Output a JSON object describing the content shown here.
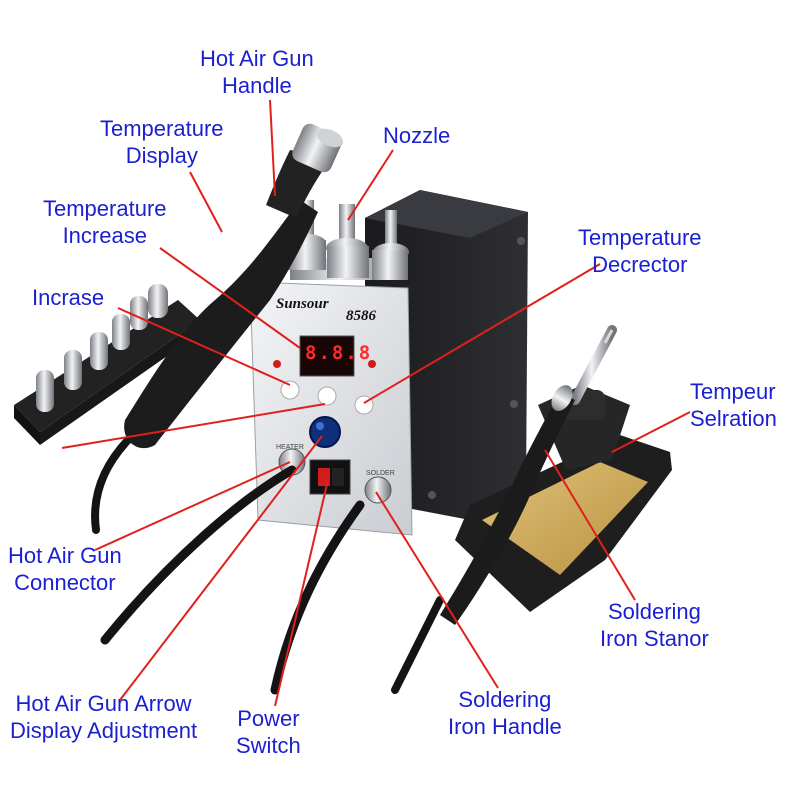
{
  "diagram": {
    "labels": {
      "hot_air_gun_handle": [
        "Hot Air Gun",
        "Handle"
      ],
      "temperature_display": [
        "Temperature",
        "Display"
      ],
      "nozzle": [
        "Nozzle"
      ],
      "temperature_increase": [
        "Temperature",
        "Increase"
      ],
      "increase": [
        "Incrase"
      ],
      "temperature_decrector": [
        "Temperature",
        "Decrector"
      ],
      "temperature_selection": [
        "Tempeur",
        "Selration"
      ],
      "hot_air_gun_connector": [
        "Hot Air Gun",
        "Connector"
      ],
      "soldering_iron_stand": [
        "Soldering",
        "Iron Stanor"
      ],
      "hot_air_gun_arrow_display_adjustment": [
        "Hot Air Gun Arrow",
        "Display Adjustment"
      ],
      "power_switch": [
        "Power",
        "Switch"
      ],
      "soldering_iron_handle": [
        "Soldering",
        "Iron Handle"
      ]
    },
    "device": {
      "brand": "Sunsour",
      "model": "8586",
      "display_reading": "8.8.8",
      "panel_left_label": "HEATER",
      "panel_right_label": "SOLDER"
    },
    "colors": {
      "label_text": "#1a1fd0",
      "leader_line": "#e0201c",
      "display_digits": "#ff2a2a"
    }
  }
}
